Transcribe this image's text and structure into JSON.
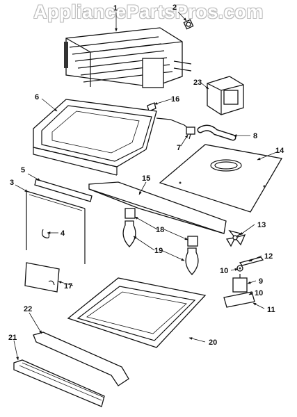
{
  "watermark": "AppliancePartsPros.com",
  "callouts": [
    "1",
    "2",
    "3",
    "4",
    "5",
    "6",
    "7",
    "8",
    "9",
    "10",
    "10",
    "11",
    "12",
    "13",
    "14",
    "15",
    "16",
    "17",
    "18",
    "19",
    "20",
    "21",
    "22",
    "23"
  ]
}
